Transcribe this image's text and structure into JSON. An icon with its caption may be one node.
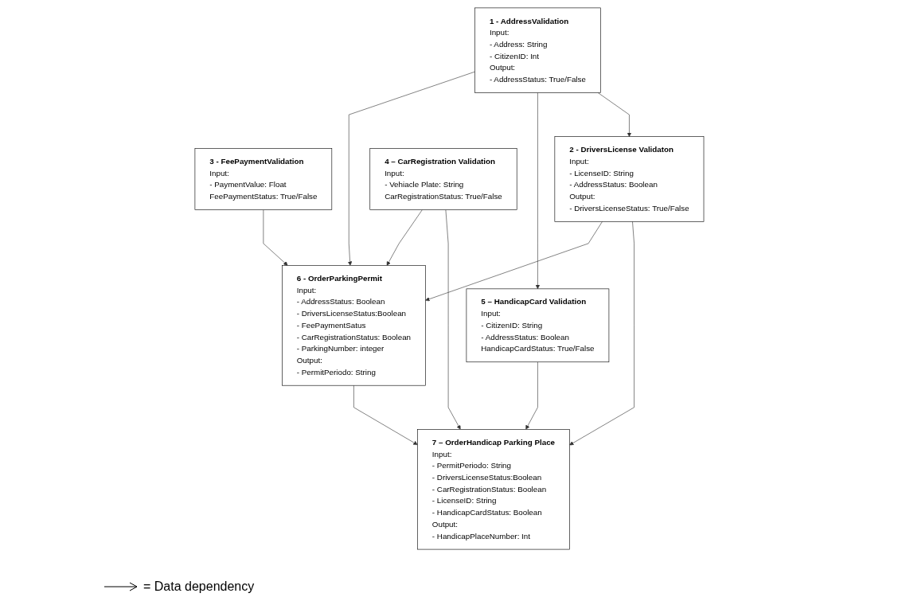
{
  "diagram": {
    "nodes": [
      {
        "text": [
          "1 - AddressValidation",
          "Input:",
          "- Address: String",
          "- CitizenID: Int",
          "Output:",
          "- AddressStatus: True/False"
        ]
      },
      {
        "text": [
          "6 - OrderParkingPermit",
          "Input:",
          "- AddressStatus: Boolean",
          "- DriversLicenseStatus:Boolean",
          "- FeePaymentSatus",
          "- CarRegistrationStatus: Boolean",
          "- ParkingNumber: integer",
          "Output:",
          "- PermitPeriodo: String"
        ]
      },
      {
        "text": [
          "3 - FeePaymentValidation",
          "Input:",
          "- PaymentValue: Float",
          "FeePaymentStatus: True/False"
        ]
      },
      {
        "text": [
          "2 - DriversLicense Validaton",
          "Input:",
          "- LicenseID: String",
          "- AddressStatus: Boolean",
          "Output:",
          "- DriversLicenseStatus: True/False"
        ]
      },
      {
        "text": [
          "4 – CarRegistration Validation",
          "Input:",
          "- Vehiacle Plate: String",
          "CarRegistrationStatus: True/False"
        ]
      },
      {
        "text": [
          "7 – OrderHandicap Parking Place",
          "Input:",
          "- PermitPeriodo: String",
          "- DriversLicenseStatus:Boolean",
          "- CarRegistrationStatus: Boolean",
          "- LicenseID: String",
          "- HandicapCardStatus: Boolean",
          "Output:",
          "- HandicapPlaceNumber: Int"
        ]
      },
      {
        "text": [
          "5 – HandicapCard Validation",
          "Input:",
          "- CitizenID: String",
          "- AddressStatus: Boolean",
          "HandicapCardStatus: True/False"
        ]
      }
    ],
    "edges": [
      {
        "from": 0,
        "to": 1,
        "arrow": "to"
      },
      {
        "from": 0,
        "to": 6,
        "arrow": "to"
      },
      {
        "from": 0,
        "to": 3,
        "arrow": "to"
      },
      {
        "from": 3,
        "to": 1,
        "arrow": "to"
      },
      {
        "from": 3,
        "to": 5,
        "arrow": "to"
      },
      {
        "from": 2,
        "to": 1,
        "arrow": "to"
      },
      {
        "from": 4,
        "to": 1,
        "arrow": "to"
      },
      {
        "from": 4,
        "to": 5,
        "arrow": "to"
      },
      {
        "from": 6,
        "to": 5,
        "arrow": "to"
      },
      {
        "from": 1,
        "to": 5,
        "arrow": "to"
      }
    ],
    "legend": [
      {
        "text": "= Data dependency"
      }
    ]
  }
}
